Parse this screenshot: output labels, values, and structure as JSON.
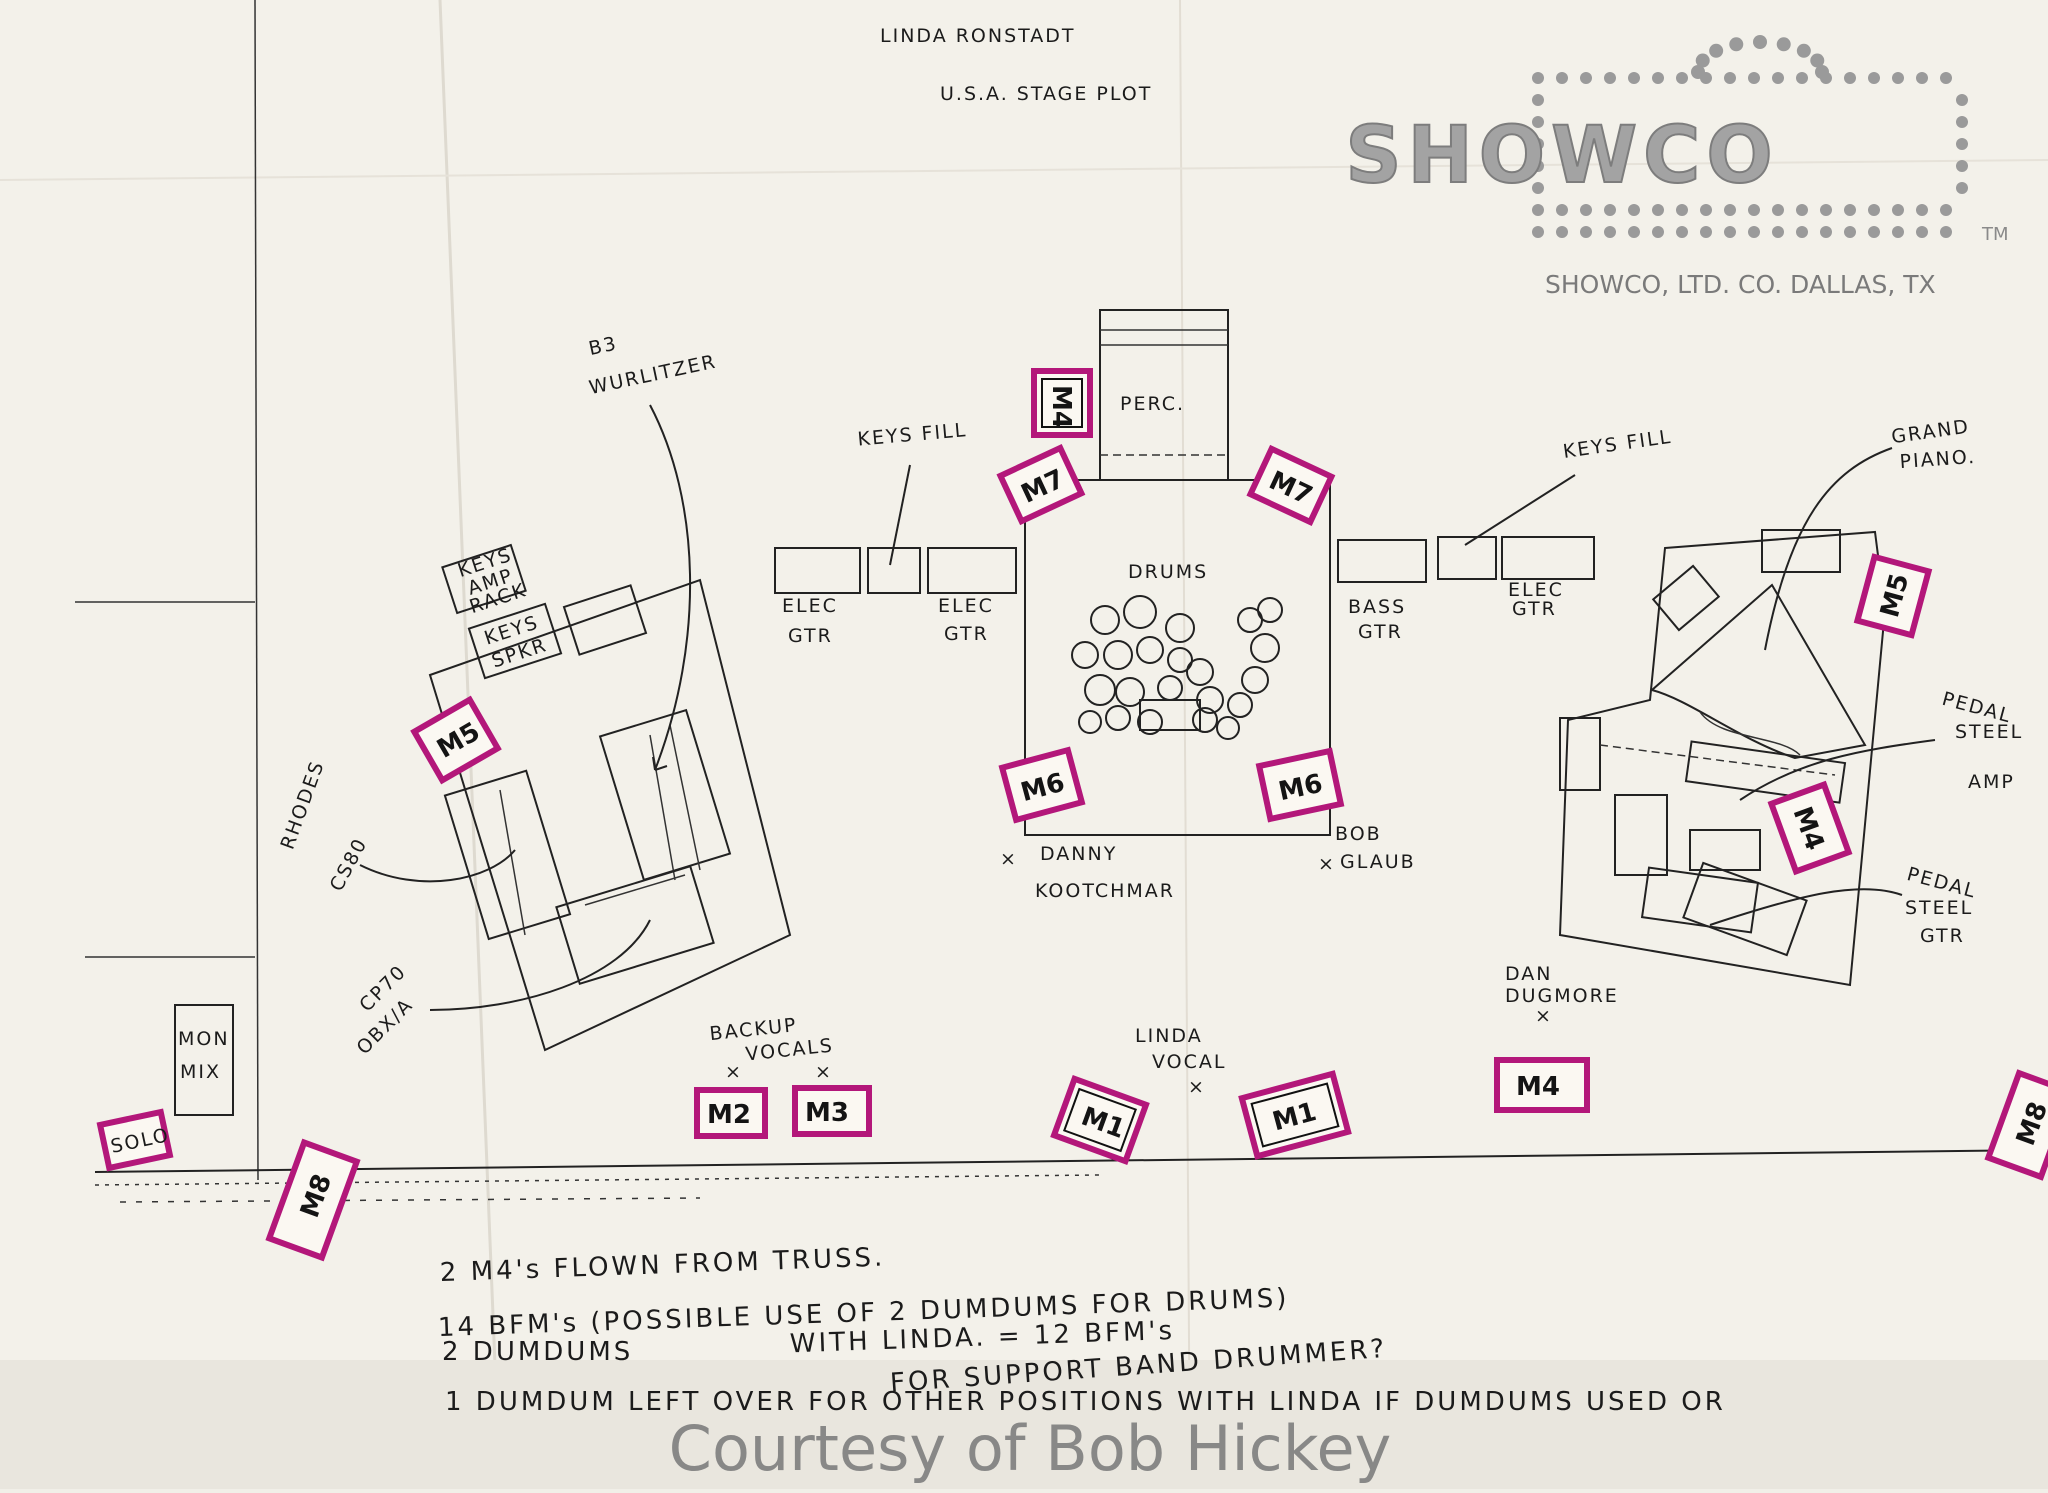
{
  "title": {
    "line1": "LINDA RONSTADT",
    "line2": "U.S.A. STAGE PLOT"
  },
  "logo": {
    "wordmark": "SHOWCO",
    "trademark": "TM",
    "company": "SHOWCO, LTD. CO. DALLAS, TX"
  },
  "labels": {
    "b3": "B3",
    "wurlitzer": "WURLITZER",
    "keys_amp_rack_1": "KEYS",
    "keys_amp_rack_2": "AMP",
    "keys_amp_rack_3": "RACK",
    "keys_spkr_1": "KEYS",
    "keys_spkr_2": "SPKR",
    "rhodes": "RHODES",
    "cs80": "CS80",
    "cp70": "CP70",
    "obx": "OBX/A",
    "mon_mix_1": "MON",
    "mon_mix_2": "MIX",
    "solo": "SOLO",
    "keys_fill_left": "KEYS FILL",
    "keys_fill_right": "KEYS FILL",
    "perc": "PERC.",
    "drums": "DRUMS",
    "elec_gtr_1a": "ELEC",
    "elec_gtr_1b": "GTR",
    "elec_gtr_2a": "ELEC",
    "elec_gtr_2b": "GTR",
    "bass_gtr_a": "BASS",
    "bass_gtr_b": "GTR",
    "elec_gtr_3a": "ELEC",
    "elec_gtr_3b": "GTR",
    "danny_1": "DANNY",
    "danny_2": "KOOTCHMAR",
    "bob_1": "BOB",
    "bob_2": "GLAUB",
    "grand_piano_1": "GRAND",
    "grand_piano_2": "PIANO.",
    "pedal_steel_amp_1": "PEDAL",
    "pedal_steel_amp_2": "STEEL",
    "pedal_steel_amp_3": "AMP",
    "pedal_steel_gtr_1": "PEDAL",
    "pedal_steel_gtr_2": "STEEL",
    "pedal_steel_gtr_3": "GTR",
    "dan_1": "DAN",
    "dan_2": "DUGMORE",
    "backup_1": "BACKUP",
    "backup_2": "VOCALS",
    "linda_1": "LINDA",
    "linda_2": "VOCAL"
  },
  "monitors": {
    "m1_left": "M1",
    "m1_right": "M1",
    "m2": "M2",
    "m3": "M3",
    "m4_front": "M4",
    "m4_steel": "M4",
    "m5_left": "M5",
    "m5_right": "M5",
    "m6_left": "M6",
    "m6_right": "M6",
    "m7_left": "M7",
    "m7_right": "M7",
    "m8_left": "M8",
    "m8_right": "M8",
    "m4_perc": "M4"
  },
  "notes": {
    "line1": "2  M4's FLOWN FROM TRUSS.",
    "line2": "14  BFM's (POSSIBLE USE OF 2 DUMDUMS FOR DRUMS)",
    "line2b": "WITH LINDA. = 12 BFM's",
    "line3": "2  DUMDUMS",
    "line3b": "FOR SUPPORT BAND DRUMMER?",
    "line4": "1  DUMDUM LEFT OVER FOR OTHER POSITIONS WITH LINDA IF DUMDUMS USED OR"
  },
  "credit": "Courtesy of Bob Hickey",
  "colors": {
    "paper": "#f3f1ea",
    "ink": "#1b1b1b",
    "monitor_marker": "#b3177a",
    "logo_gray": "#9a9a9a"
  }
}
